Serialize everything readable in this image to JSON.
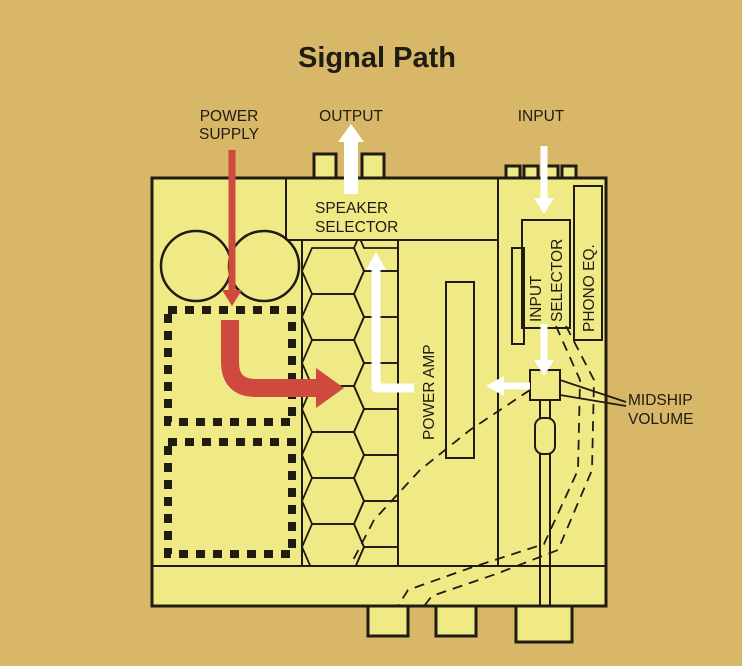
{
  "title": "Signal Path",
  "labels": {
    "power_supply_line1": "POWER",
    "power_supply_line2": "SUPPLY",
    "output": "OUTPUT",
    "input": "INPUT",
    "speaker_selector_line1": "SPEAKER",
    "speaker_selector_line2": "SELECTOR",
    "input_selector_line1": "INPUT",
    "input_selector_line2": "SELECTOR",
    "phono_eq": "PHONO EQ.",
    "power_amp": "POWER AMP",
    "midship_volume_line1": "MIDSHIP",
    "midship_volume_line2": "VOLUME"
  },
  "colors": {
    "background": "#d8b768",
    "chassis": "#f0ea86",
    "outline": "#1f1c12",
    "power_arrow": "#cf4a3e",
    "signal_arrow": "#ffffff"
  },
  "icons": {
    "power_flow": "red-arrow",
    "signal_flow": "white-arrow"
  }
}
